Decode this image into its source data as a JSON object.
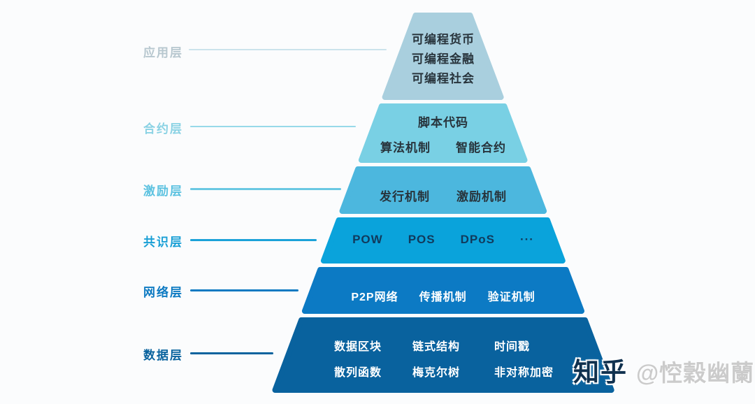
{
  "diagram": {
    "type": "pyramid",
    "layers": [
      {
        "name": "应用层",
        "color": "#a9cfde",
        "text_color": "#28343c",
        "line_color": "#cbe3ec",
        "rows": [
          [
            "可编程货币"
          ],
          [
            "可编程金融"
          ],
          [
            "可编程社会"
          ]
        ]
      },
      {
        "name": "合约层",
        "color": "#79d0e4",
        "text_color": "#28343c",
        "line_color": "#97d9e9",
        "rows": [
          [
            "脚本代码"
          ],
          [
            "算法机制",
            "智能合约"
          ]
        ]
      },
      {
        "name": "激励层",
        "color": "#4cb7de",
        "text_color": "#28343c",
        "line_color": "#6ac8e3",
        "rows": [
          [
            "发行机制",
            "激励机制"
          ]
        ]
      },
      {
        "name": "共识层",
        "color": "#0aa3db",
        "text_color": "#113a5c",
        "line_color": "#1ba2d8",
        "rows": [
          [
            "POW",
            "POS",
            "DPoS",
            "···"
          ]
        ]
      },
      {
        "name": "网络层",
        "color": "#0c7ac4",
        "text_color": "#ffffff",
        "line_color": "#0d7ac2",
        "rows": [
          [
            "P2P网络",
            "传播机制",
            "验证机制"
          ]
        ]
      },
      {
        "name": "数据层",
        "color": "#09629e",
        "text_color": "#ffffff",
        "line_color": "#0a639e",
        "rows": [
          [
            "数据区块",
            "链式结构",
            "时间戳"
          ],
          [
            "散列函数",
            "梅克尔树",
            "非对称加密"
          ]
        ]
      }
    ]
  },
  "watermark": {
    "brand": "知乎",
    "author": "@悾穀幽蘭"
  }
}
